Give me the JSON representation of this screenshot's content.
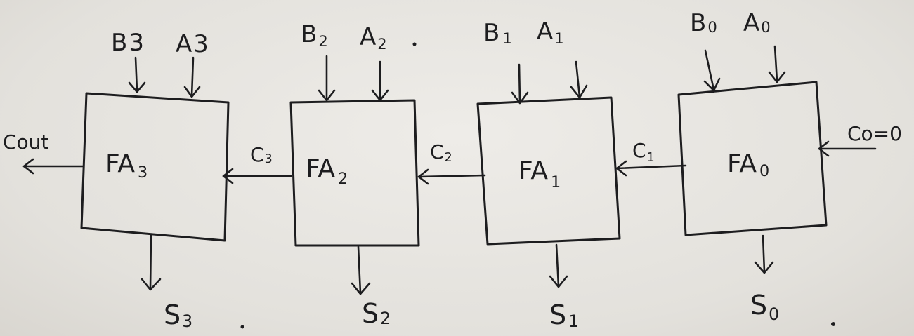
{
  "diagram": {
    "adders": [
      {
        "base": "FA",
        "index": "3",
        "input_b": {
          "letter": "B",
          "index": "3"
        },
        "input_a": {
          "letter": "A",
          "index": "3"
        },
        "sum": {
          "letter": "S",
          "index": "3"
        }
      },
      {
        "base": "FA",
        "index": "2",
        "input_b": {
          "letter": "B",
          "index": "2"
        },
        "input_a": {
          "letter": "A",
          "index": "2"
        },
        "sum": {
          "letter": "S",
          "index": "2"
        }
      },
      {
        "base": "FA",
        "index": "1",
        "input_b": {
          "letter": "B",
          "index": "1"
        },
        "input_a": {
          "letter": "A",
          "index": "1"
        },
        "sum": {
          "letter": "S",
          "index": "1"
        }
      },
      {
        "base": "FA",
        "index": "0",
        "input_b": {
          "letter": "B",
          "index": "0"
        },
        "input_a": {
          "letter": "A",
          "index": "0"
        },
        "sum": {
          "letter": "S",
          "index": "0"
        }
      }
    ],
    "carries": [
      {
        "letter": "C",
        "index": "3"
      },
      {
        "letter": "C",
        "index": "2"
      },
      {
        "letter": "C",
        "index": "1"
      }
    ],
    "carry_out": "Cout",
    "carry_in": "Co=0"
  }
}
